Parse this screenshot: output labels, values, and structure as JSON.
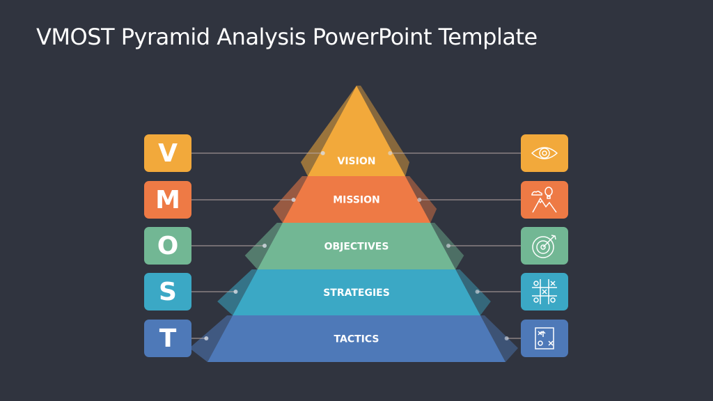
{
  "title": "VMOST Pyramid Analysis PowerPoint Template",
  "levels": [
    {
      "letter": "V",
      "label": "VISION",
      "color": "#F2A93B",
      "icon": "eye-icon"
    },
    {
      "letter": "M",
      "label": "MISSION",
      "color": "#EE7A45",
      "icon": "mountain-balloon-icon"
    },
    {
      "letter": "O",
      "label": "OBJECTIVES",
      "color": "#72B794",
      "icon": "target-arrow-icon"
    },
    {
      "letter": "S",
      "label": "STRATEGIES",
      "color": "#3BA8C5",
      "icon": "tic-tac-toe-icon"
    },
    {
      "letter": "T",
      "label": "TACTICS",
      "color": "#4E79B8",
      "icon": "tactics-board-icon"
    }
  ]
}
